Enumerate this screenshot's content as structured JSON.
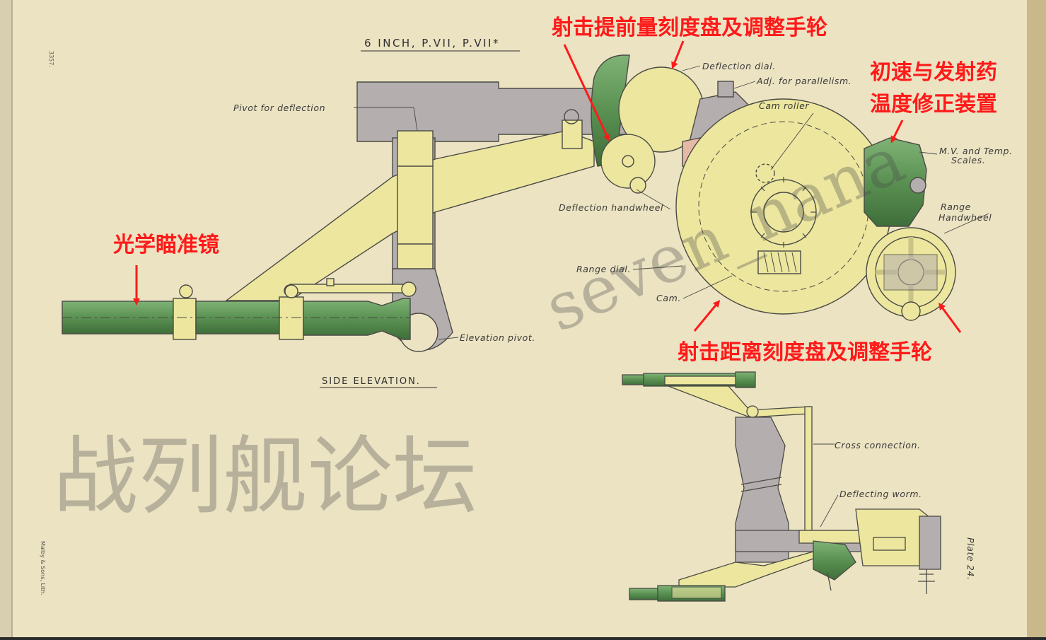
{
  "plate": {
    "title": "6 INCH, P.VII, P.VII*",
    "side_label": "SIDE ELEVATION.",
    "plate_number": "Plate 24.",
    "corner_code": "3357.",
    "printer": "Malby & Sons, Lith."
  },
  "labels": {
    "pivot_for_deflection": "Pivot for deflection",
    "deflection_dial": "Deflection dial.",
    "adj_for_parallelism": "Adj. for parallelism.",
    "cam_roller": "Cam roller",
    "mv_temp_scales_1": "M.V. and Temp.",
    "mv_temp_scales_2": "Scales.",
    "range_handwheel_1": "Range",
    "range_handwheel_2": "Handwheel",
    "deflection_handwheel": "Deflection handwheel",
    "range_dial": "Range dial.",
    "cam": "Cam.",
    "elevation_pivot": "Elevation pivot.",
    "cross_connection": "Cross connection.",
    "deflecting_worm": "Deflecting worm."
  },
  "annotations": {
    "deflection_dial_cn": "射击提前量刻度盘及调整手轮",
    "mv_temp_cn_1": "初速与发射药",
    "mv_temp_cn_2": "温度修正装置",
    "telescope_cn": "光学瞄准镜",
    "range_dial_cn": "射击距离刻度盘及调整手轮"
  },
  "watermark": {
    "latin": "seven_nana",
    "cjk": "战列舰论坛"
  },
  "colors": {
    "paper": "#ece3c3",
    "yellow_part": "#ece69f",
    "gray_part": "#b5aeae",
    "green_part": "#5a9152",
    "annotation_red": "#ff1a1a"
  }
}
